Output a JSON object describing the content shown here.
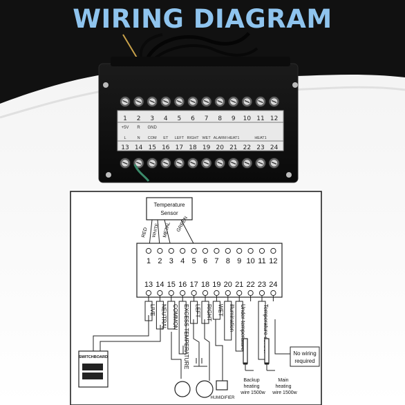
{
  "title": "WIRING DIAGRAM",
  "photo": {
    "top_terminal_numbers": [
      "1",
      "2",
      "3",
      "4",
      "5",
      "6",
      "7",
      "8",
      "9",
      "10",
      "11",
      "12"
    ],
    "bottom_terminal_numbers": [
      "13",
      "14",
      "15",
      "16",
      "17",
      "18",
      "19",
      "20",
      "21",
      "22",
      "23",
      "24"
    ],
    "top_labels": [
      "+5V",
      "R",
      "GND",
      "",
      "",
      "",
      "",
      "",
      "",
      "",
      "",
      ""
    ],
    "bottom_labels": [
      "L",
      "N",
      "COM",
      "ET",
      "LEFT",
      "RIGHT",
      "WET",
      "ALARM",
      "HEAT1",
      "",
      "HEAT1",
      ""
    ]
  },
  "diagram": {
    "sensor_label_line1": "Temperature",
    "sensor_label_line2": "Sensor",
    "sensor_wires": [
      "RED",
      "WHITE",
      "METAL",
      "GREEN"
    ],
    "top_numbers": [
      "1",
      "2",
      "3",
      "4",
      "5",
      "6",
      "7",
      "8",
      "9",
      "10",
      "11",
      "12"
    ],
    "bottom_numbers": [
      "13",
      "14",
      "15",
      "16",
      "17",
      "18",
      "19",
      "20",
      "21",
      "22",
      "23",
      "24"
    ],
    "terminal_labels": [
      "LIVE",
      "NEUTRAL",
      "COMMON",
      "EXCESS TEMPERATURE",
      "LEFT",
      "RIGHT",
      "WET",
      "illumination",
      "Under temperature",
      "Temperature control"
    ],
    "no_wiring_line1": "No wiring",
    "no_wiring_line2": "required",
    "switchboard": "SWITCHBOARD",
    "humidifier": "HUMIDIFIER",
    "backup_line1": "Backup",
    "backup_line2": "heating",
    "backup_line3": "wire 1500w",
    "main_line1": "Main",
    "main_line2": "heating",
    "main_line3": "wire 1500w"
  }
}
